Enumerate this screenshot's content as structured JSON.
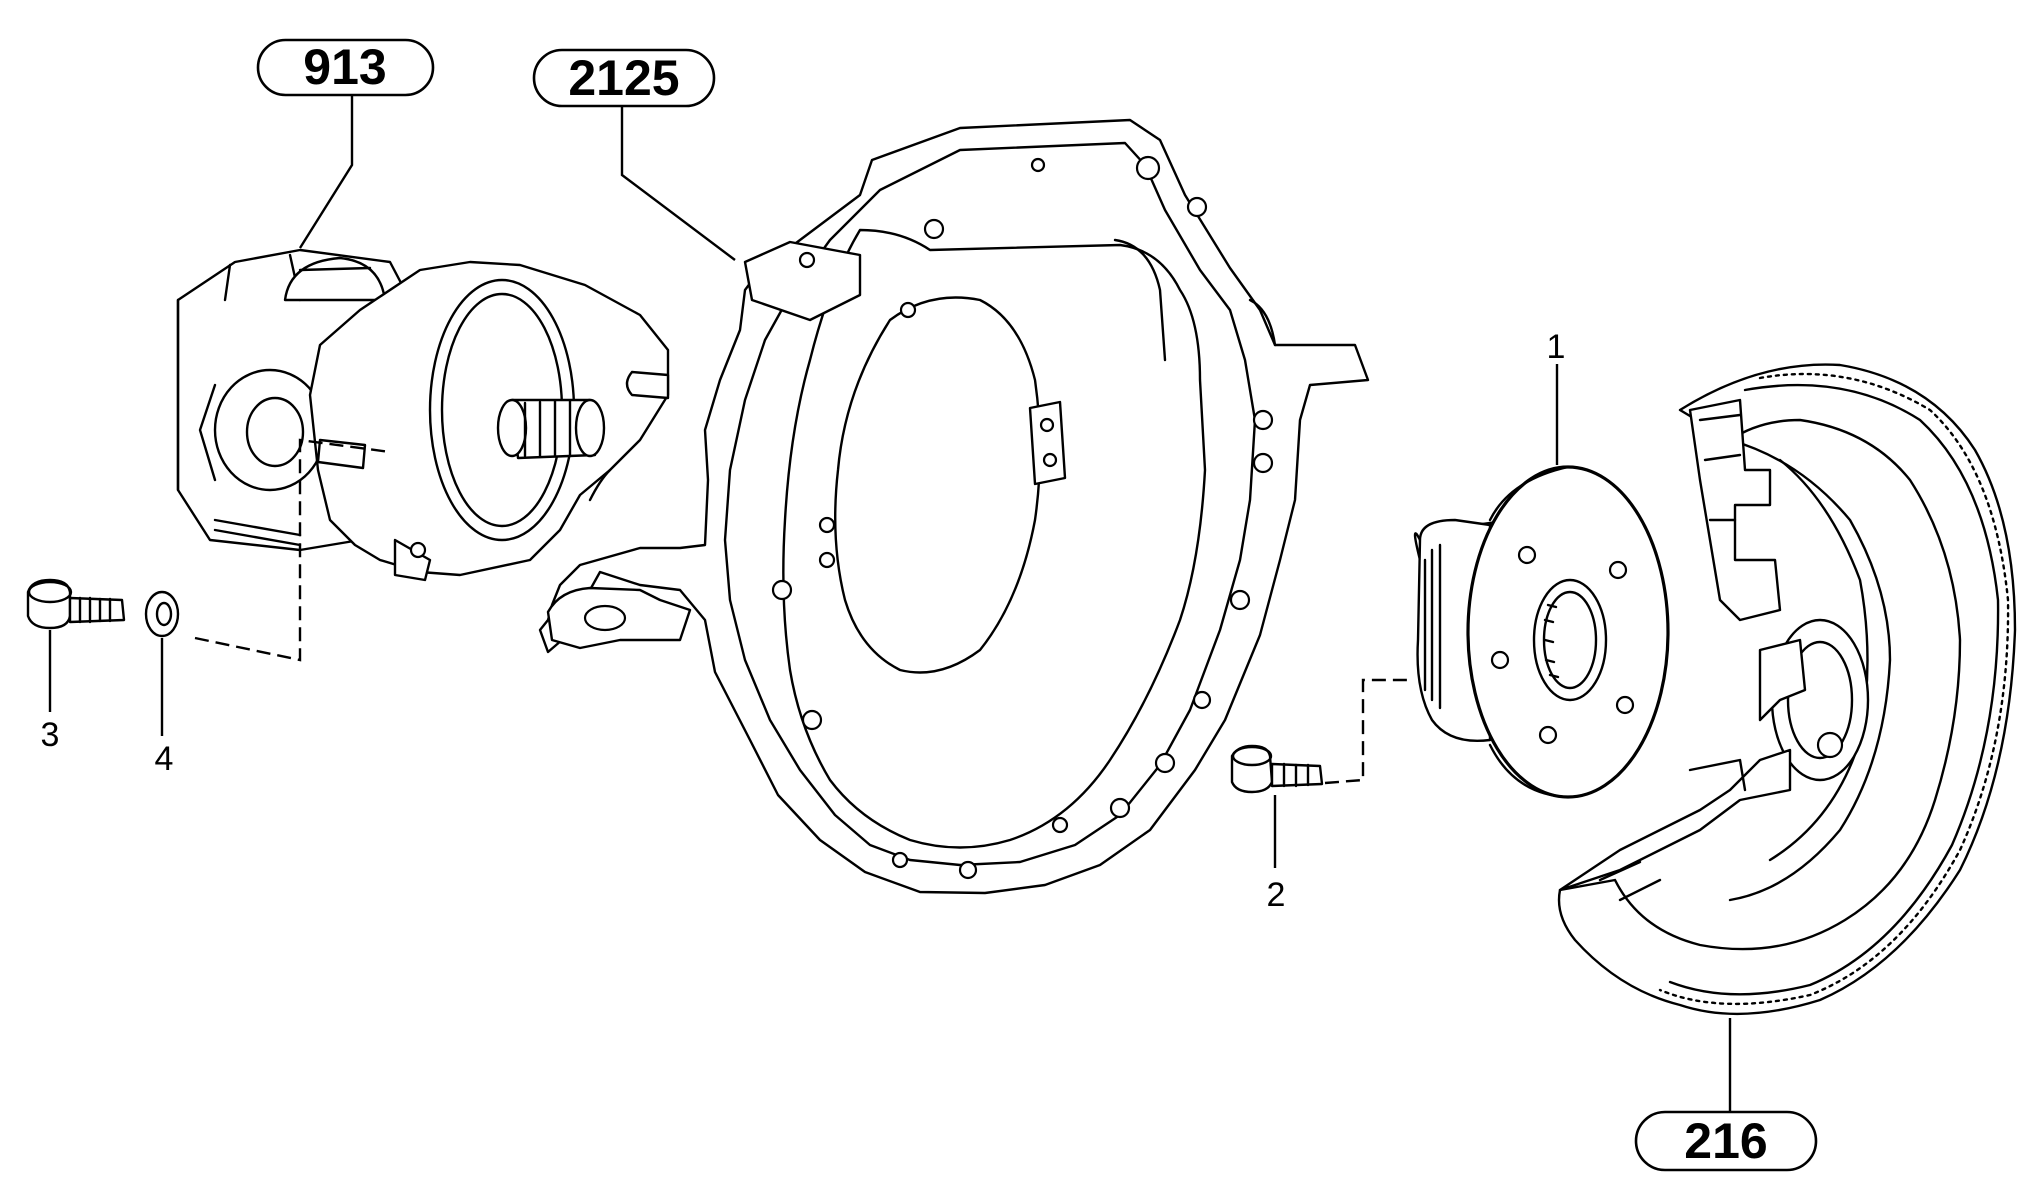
{
  "callouts": {
    "pump_group": "913",
    "housing_group": "2125",
    "flywheel_group": "216"
  },
  "items": {
    "hub": "1",
    "hub_screw": "2",
    "pump_screw": "3",
    "pump_washer": "4"
  }
}
